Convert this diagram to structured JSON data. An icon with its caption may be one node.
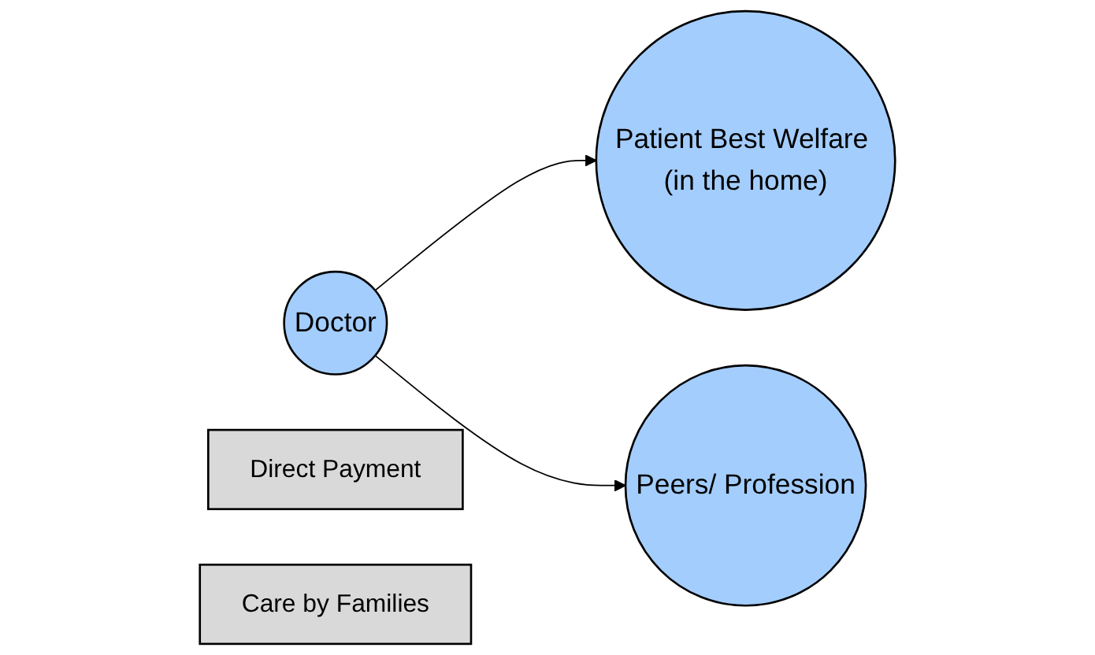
{
  "diagram": {
    "nodes": [
      {
        "text": [
          "Doctor"
        ]
      },
      {
        "text": [
          "Patient Best Welfare (in the home)"
        ]
      },
      {
        "text": [
          "Peers/ Profession"
        ]
      },
      {
        "text": [
          "Direct Payment"
        ]
      },
      {
        "text": [
          "Care by Families"
        ]
      }
    ],
    "edges": [
      {
        "from": 0,
        "to": 1,
        "arrow": "to"
      },
      {
        "from": 0,
        "to": 2,
        "arrow": "to"
      }
    ]
  }
}
